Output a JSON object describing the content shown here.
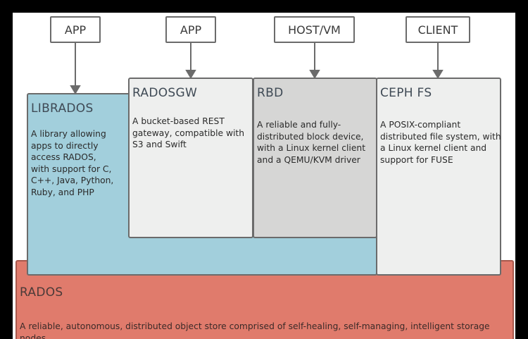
{
  "top_boxes": {
    "app1": "APP",
    "app2": "APP",
    "hostvm": "HOST/VM",
    "client": "CLIENT"
  },
  "components": {
    "librados": {
      "title": "LIBRADOS",
      "description": "A library allowing apps to directly access RADOS, with support for C, C++, Java, Python, Ruby, and PHP",
      "color": "#a2cfdc"
    },
    "radosgw": {
      "title": "RADOSGW",
      "description": "A bucket-based REST gateway, compatible with S3 and Swift",
      "color": "#eeefee"
    },
    "rbd": {
      "title": "RBD",
      "description": "A reliable and fully-distributed block device, with a Linux kernel client and a QEMU/KVM driver",
      "color": "#d6d6d5"
    },
    "cephfs": {
      "title": "CEPH FS",
      "description": "A POSIX-compliant distributed file system, with a Linux kernel client and support for FUSE",
      "color": "#eeefee"
    },
    "rados": {
      "title": "RADOS",
      "description": "A reliable, autonomous, distributed object store comprised of self-healing, self-managing, intelligent storage nodes",
      "color": "#e07b6c"
    }
  }
}
